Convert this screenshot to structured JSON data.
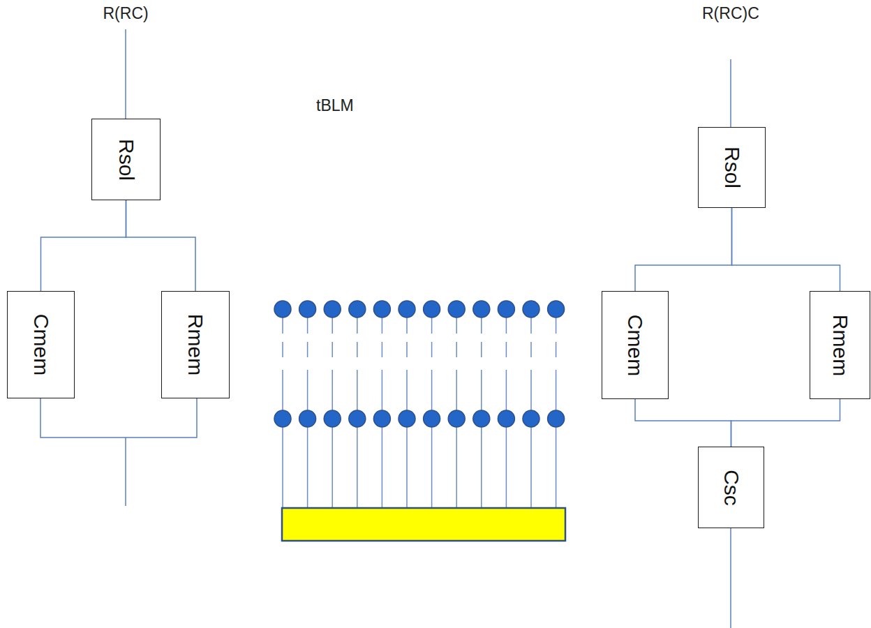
{
  "diagram": {
    "nodes": [
      {
        "text": [
          "Rsol"
        ]
      },
      {
        "text": [
          "Cmem"
        ]
      },
      {
        "text": [
          "Rmem"
        ]
      },
      {
        "text": [
          "Rsol"
        ]
      },
      {
        "text": [
          "Cmem"
        ]
      },
      {
        "text": [
          "Rmem"
        ]
      },
      {
        "text": [
          "Csc"
        ]
      }
    ],
    "edges": [
      {
        "from": 0,
        "to": 1,
        "arrow": "none"
      },
      {
        "from": 0,
        "to": 2,
        "arrow": "none"
      },
      {
        "from": 3,
        "to": 4,
        "arrow": "none"
      },
      {
        "from": 3,
        "to": 5,
        "arrow": "none"
      },
      {
        "from": 4,
        "to": 6,
        "arrow": "none"
      },
      {
        "from": 5,
        "to": 6,
        "arrow": "none"
      }
    ],
    "labels": [
      "R(RC)",
      "tBLM",
      "R(RC)C"
    ]
  }
}
